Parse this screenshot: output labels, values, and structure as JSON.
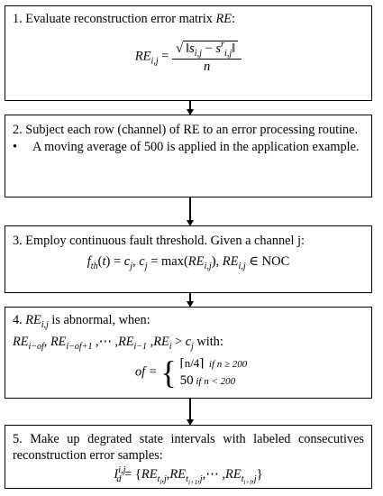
{
  "steps": [
    {
      "title": "1. Evaluate reconstruction error matrix",
      "title_var": "RE",
      "title_end": ":",
      "formula_lhs": "RE",
      "formula_lhs_sub": "i,j",
      "formula_eq": "=",
      "formula_num_inner": "s",
      "formula_num_sub1": "i,j",
      "formula_num_minus": "−",
      "formula_num_s2": "s",
      "formula_num_sup2": "r",
      "formula_num_sub2": "i,j",
      "formula_den": "n"
    },
    {
      "title": "2. Subject each row (channel) of RE to an error processing routine.",
      "bullet": "•",
      "bullet_text": "A moving average of 500 is applied in the application example."
    },
    {
      "title": "3. Employ continuous fault threshold. Given a channel j:",
      "formula": "f_th(t) = c_j, c_j = max(RE_i,j), RE_i,j ∈ NOC",
      "f": "f",
      "f_sub": "th",
      "f_rest": "(t) = c",
      "cj_sub": "j",
      "comma": ", c",
      "cj_sub2": "j",
      "max_part": " = max(RE",
      "re_sub": "i,j",
      "close": "), RE",
      "re_sub2": "i,j",
      "elem": " ∈ NOC"
    },
    {
      "title_pre": "4. RE",
      "title_sub": "i,j",
      "title_post": " is abnormal, when:",
      "line2_pre": "RE",
      "line2_sub1": "i−of",
      "line2_comma1": ", RE",
      "line2_sub2": "i−of+1",
      "line2_dots": " ,⋯ ,RE",
      "line2_sub3": "i−1",
      "line2_comma3": " ,RE",
      "line2_sub4": "i",
      "line2_gt": " > c",
      "line2_sub5": "j",
      "line2_with": " with:",
      "of_lhs": "of =",
      "case1_val": "⌈n/4⌉",
      "case1_cond": "if n ≥ 200",
      "case2_val": "50",
      "case2_cond": "if n < 200"
    },
    {
      "title": "5. Make up degrated state intervals with labeled consecutives reconstruction error samples:",
      "formula_I": "I",
      "formula_I_sup": "i,j",
      "formula_I_sub": "d",
      "formula_rest": " = {RE",
      "s1": "t",
      "s1b": "i",
      "s1c": ",j",
      "c1": ",RE",
      "s2": "t",
      "s2b": "i+1",
      "s2c": ",j",
      "c2": ",⋯ ,RE",
      "s3": "t",
      "s3b": "i+l",
      "s3c": ",j",
      "end": "}"
    }
  ]
}
